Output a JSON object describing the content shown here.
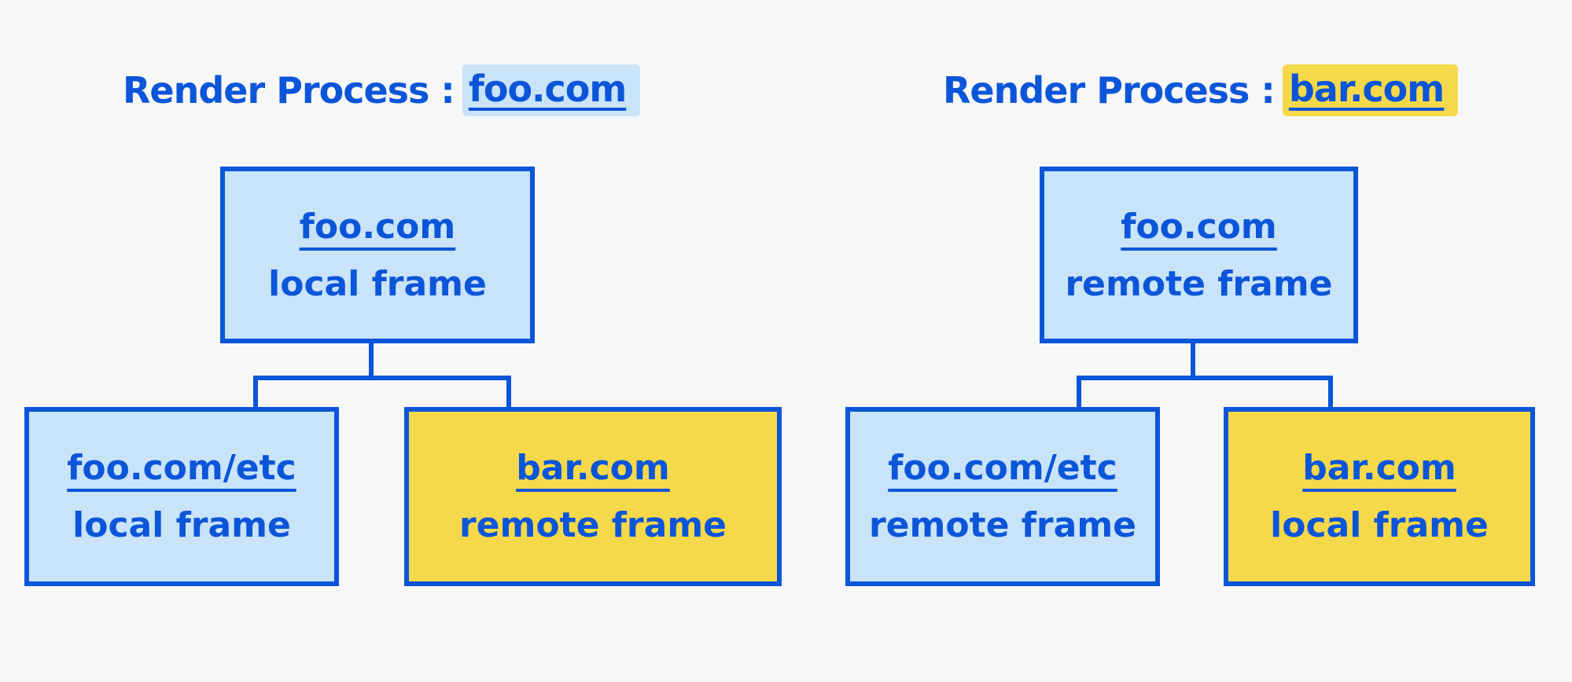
{
  "colors": {
    "stroke": "#0b55d9",
    "local_process": "#c9e3f8",
    "other_site": "#f6d94a",
    "background": "#f7f7f7"
  },
  "left": {
    "title_prefix": "Render Process :",
    "title_site": "foo.com",
    "root": {
      "domain": "foo.com",
      "kind": "local frame"
    },
    "child_left": {
      "domain": "foo.com/etc",
      "kind": "local frame"
    },
    "child_right": {
      "domain": "bar.com",
      "kind": "remote frame"
    }
  },
  "right": {
    "title_prefix": "Render Process :",
    "title_site": "bar.com",
    "root": {
      "domain": "foo.com",
      "kind": "remote frame"
    },
    "child_left": {
      "domain": "foo.com/etc",
      "kind": "remote frame"
    },
    "child_right": {
      "domain": "bar.com",
      "kind": "local frame"
    }
  }
}
